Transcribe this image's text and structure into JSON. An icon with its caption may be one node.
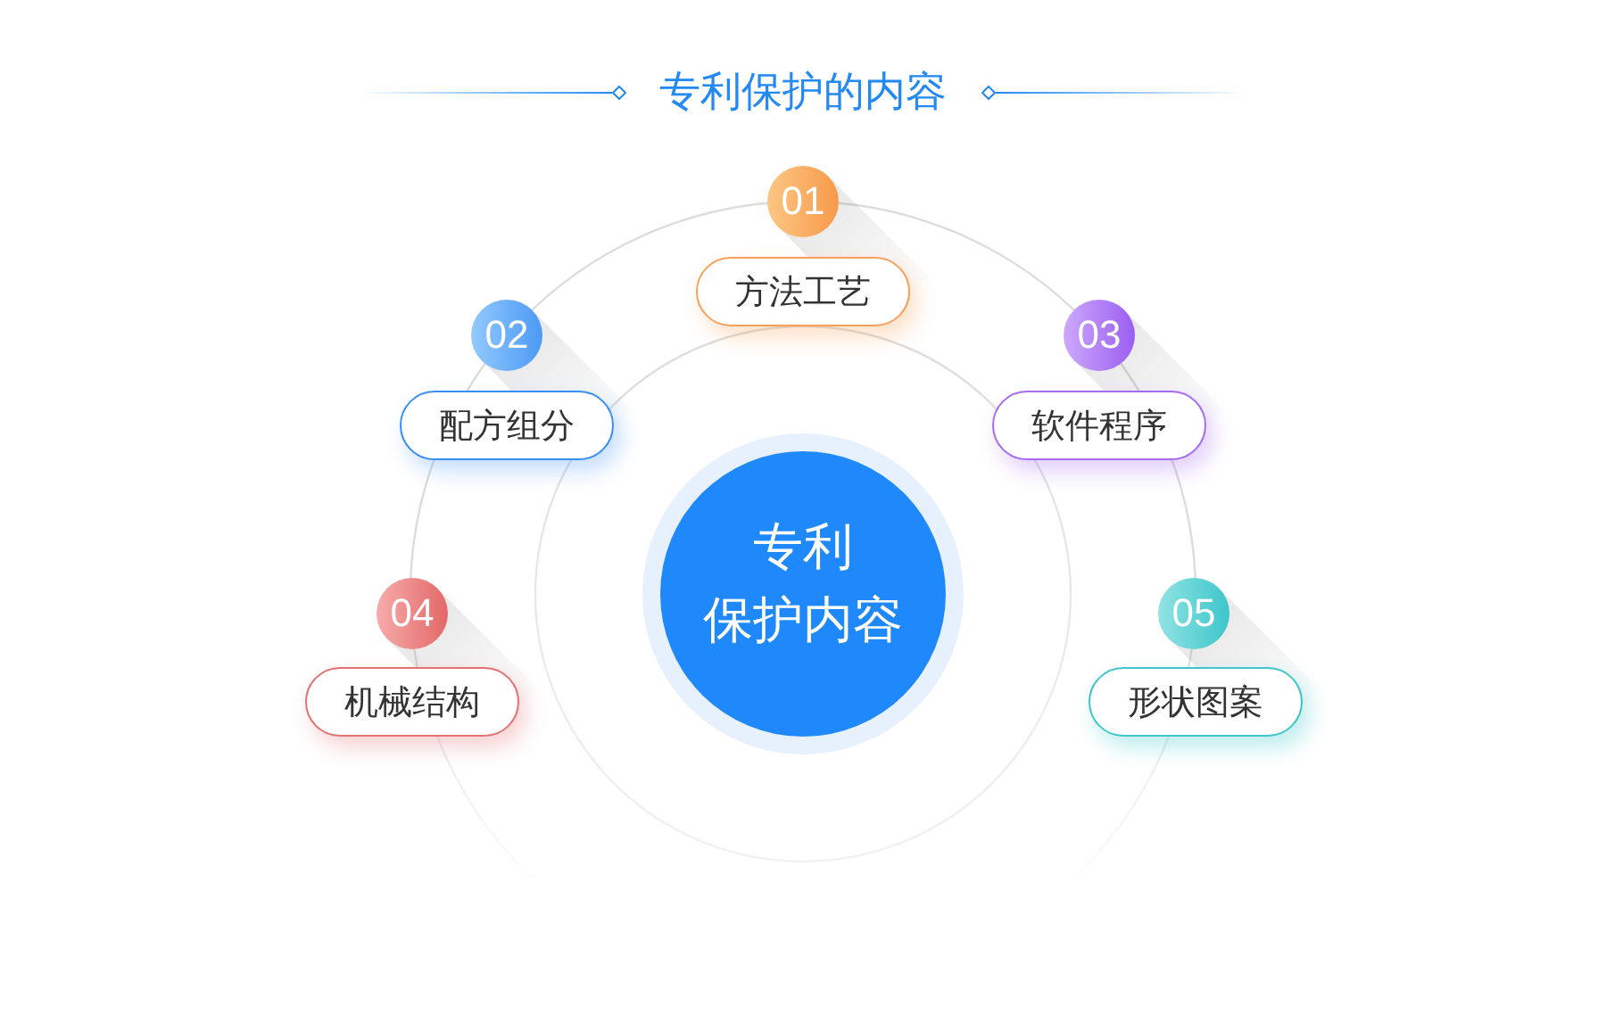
{
  "diagram": {
    "title": "专利保护的内容",
    "nodes": [
      {
        "text": [
          "01"
        ]
      },
      {
        "text": [
          "方法工艺"
        ]
      },
      {
        "text": [
          "02"
        ]
      },
      {
        "text": [
          "配方组分"
        ]
      },
      {
        "text": [
          "03"
        ]
      },
      {
        "text": [
          "软件程序"
        ]
      },
      {
        "text": [
          "专利保护内容"
        ]
      },
      {
        "text": [
          "04"
        ]
      },
      {
        "text": [
          "机械结构"
        ]
      },
      {
        "text": [
          "05"
        ]
      },
      {
        "text": [
          "形状图案"
        ]
      }
    ]
  }
}
